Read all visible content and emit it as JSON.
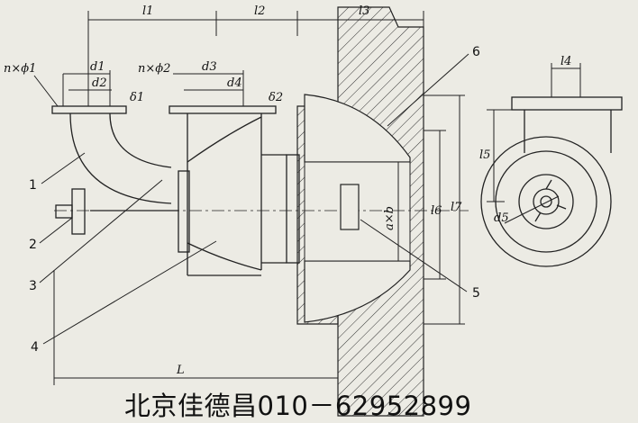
{
  "dimension_labels": {
    "l1": "l1",
    "l2": "l2",
    "l3": "l3",
    "l4": "l4",
    "l5": "l5",
    "l6": "l6",
    "l7": "l7",
    "d1": "d1",
    "d2": "d2",
    "d3": "d3",
    "d4": "d4",
    "d5": "d5",
    "delta1": "δ1",
    "delta2": "δ2",
    "n_phi1": "n×ϕ1",
    "n_phi2": "n×ϕ2",
    "axb": "a×b",
    "L": "L"
  },
  "callouts": [
    "1",
    "2",
    "3",
    "4",
    "5",
    "6"
  ],
  "footer_text": "北京佳德昌010－62952899"
}
